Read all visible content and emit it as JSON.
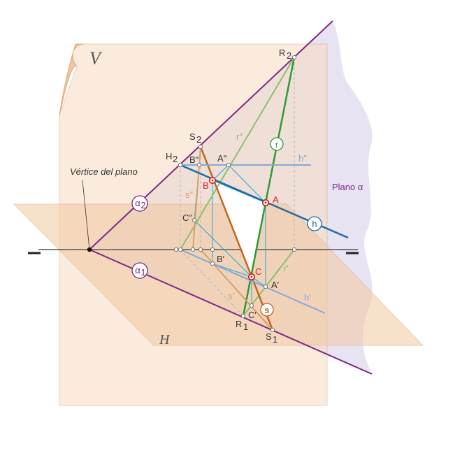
{
  "planes": {
    "vertical": "V",
    "horizontal": "H",
    "alpha": "Plano α"
  },
  "vertex_label": "Vértice del plano",
  "traces": {
    "alpha2": "α",
    "alpha2_sub": "2",
    "alpha1": "α",
    "alpha1_sub": "1"
  },
  "points": {
    "A": "A",
    "B": "B",
    "C": "C",
    "A_vertical": "A″",
    "B_vertical": "B″",
    "C_vertical": "C″",
    "A_horizontal": "A′",
    "B_horizontal": "B′",
    "C_horizontal": "C′",
    "R2": "R",
    "R2_sub": "2",
    "R1": "R",
    "R1_sub": "1",
    "S2": "S",
    "S2_sub": "2",
    "S1": "S",
    "S1_sub": "1",
    "H2": "H",
    "H2_sub": "2"
  },
  "lines": {
    "r": "r",
    "r_vertical": "r″",
    "r_horizontal": "r′",
    "s": "s",
    "s_vertical": "s″",
    "s_horizontal": "s′",
    "h": "h",
    "h_vertical": "h″",
    "h_horizontal": "h′"
  },
  "colors": {
    "plane_fill": "#f6dcc2",
    "plane_edge": "#e0a878",
    "alpha_plane": "#e4def0",
    "trace": "#7b2a85",
    "line_r": "#2e9a35",
    "line_r_light": "#8cbf70",
    "line_s": "#c0671e",
    "line_s_light": "#d9a06a",
    "line_h": "#1c6aa8",
    "line_h_light": "#86a8d2",
    "cyan": "#1fa8d6",
    "point_red": "#d62020",
    "ground": "#333333"
  }
}
